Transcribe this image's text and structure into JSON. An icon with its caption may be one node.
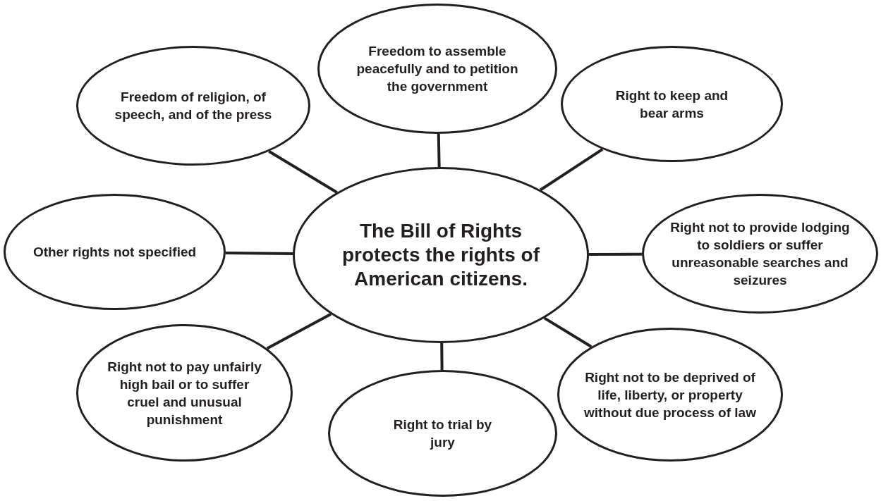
{
  "diagram": {
    "nodes": [
      {
        "text": [
          "The Bill of Rights protects the rights of American citizens."
        ]
      },
      {
        "text": [
          "Freedom to assemble peacefully and to petition the government"
        ]
      },
      {
        "text": [
          "Freedom of religion, of speech, and of the press"
        ]
      },
      {
        "text": [
          "Right to keep and bear arms"
        ]
      },
      {
        "text": [
          "Other rights not specified"
        ]
      },
      {
        "text": [
          "Right not to provide lodging to soldiers or suffer unreasonable searches and seizures"
        ]
      },
      {
        "text": [
          "Right not to pay unfairly high bail or to suffer cruel and unusual punishment"
        ]
      },
      {
        "text": [
          "Right not to be deprived of life, liberty, or property without due process of law"
        ]
      },
      {
        "text": [
          "Right to trial by jury"
        ]
      }
    ],
    "edges": [
      {
        "from": 0,
        "to": 1,
        "arrow": "none"
      },
      {
        "from": 0,
        "to": 2,
        "arrow": "none"
      },
      {
        "from": 0,
        "to": 3,
        "arrow": "none"
      },
      {
        "from": 0,
        "to": 4,
        "arrow": "none"
      },
      {
        "from": 0,
        "to": 5,
        "arrow": "none"
      },
      {
        "from": 0,
        "to": 6,
        "arrow": "none"
      },
      {
        "from": 0,
        "to": 7,
        "arrow": "none"
      },
      {
        "from": 0,
        "to": 8,
        "arrow": "none"
      }
    ]
  }
}
